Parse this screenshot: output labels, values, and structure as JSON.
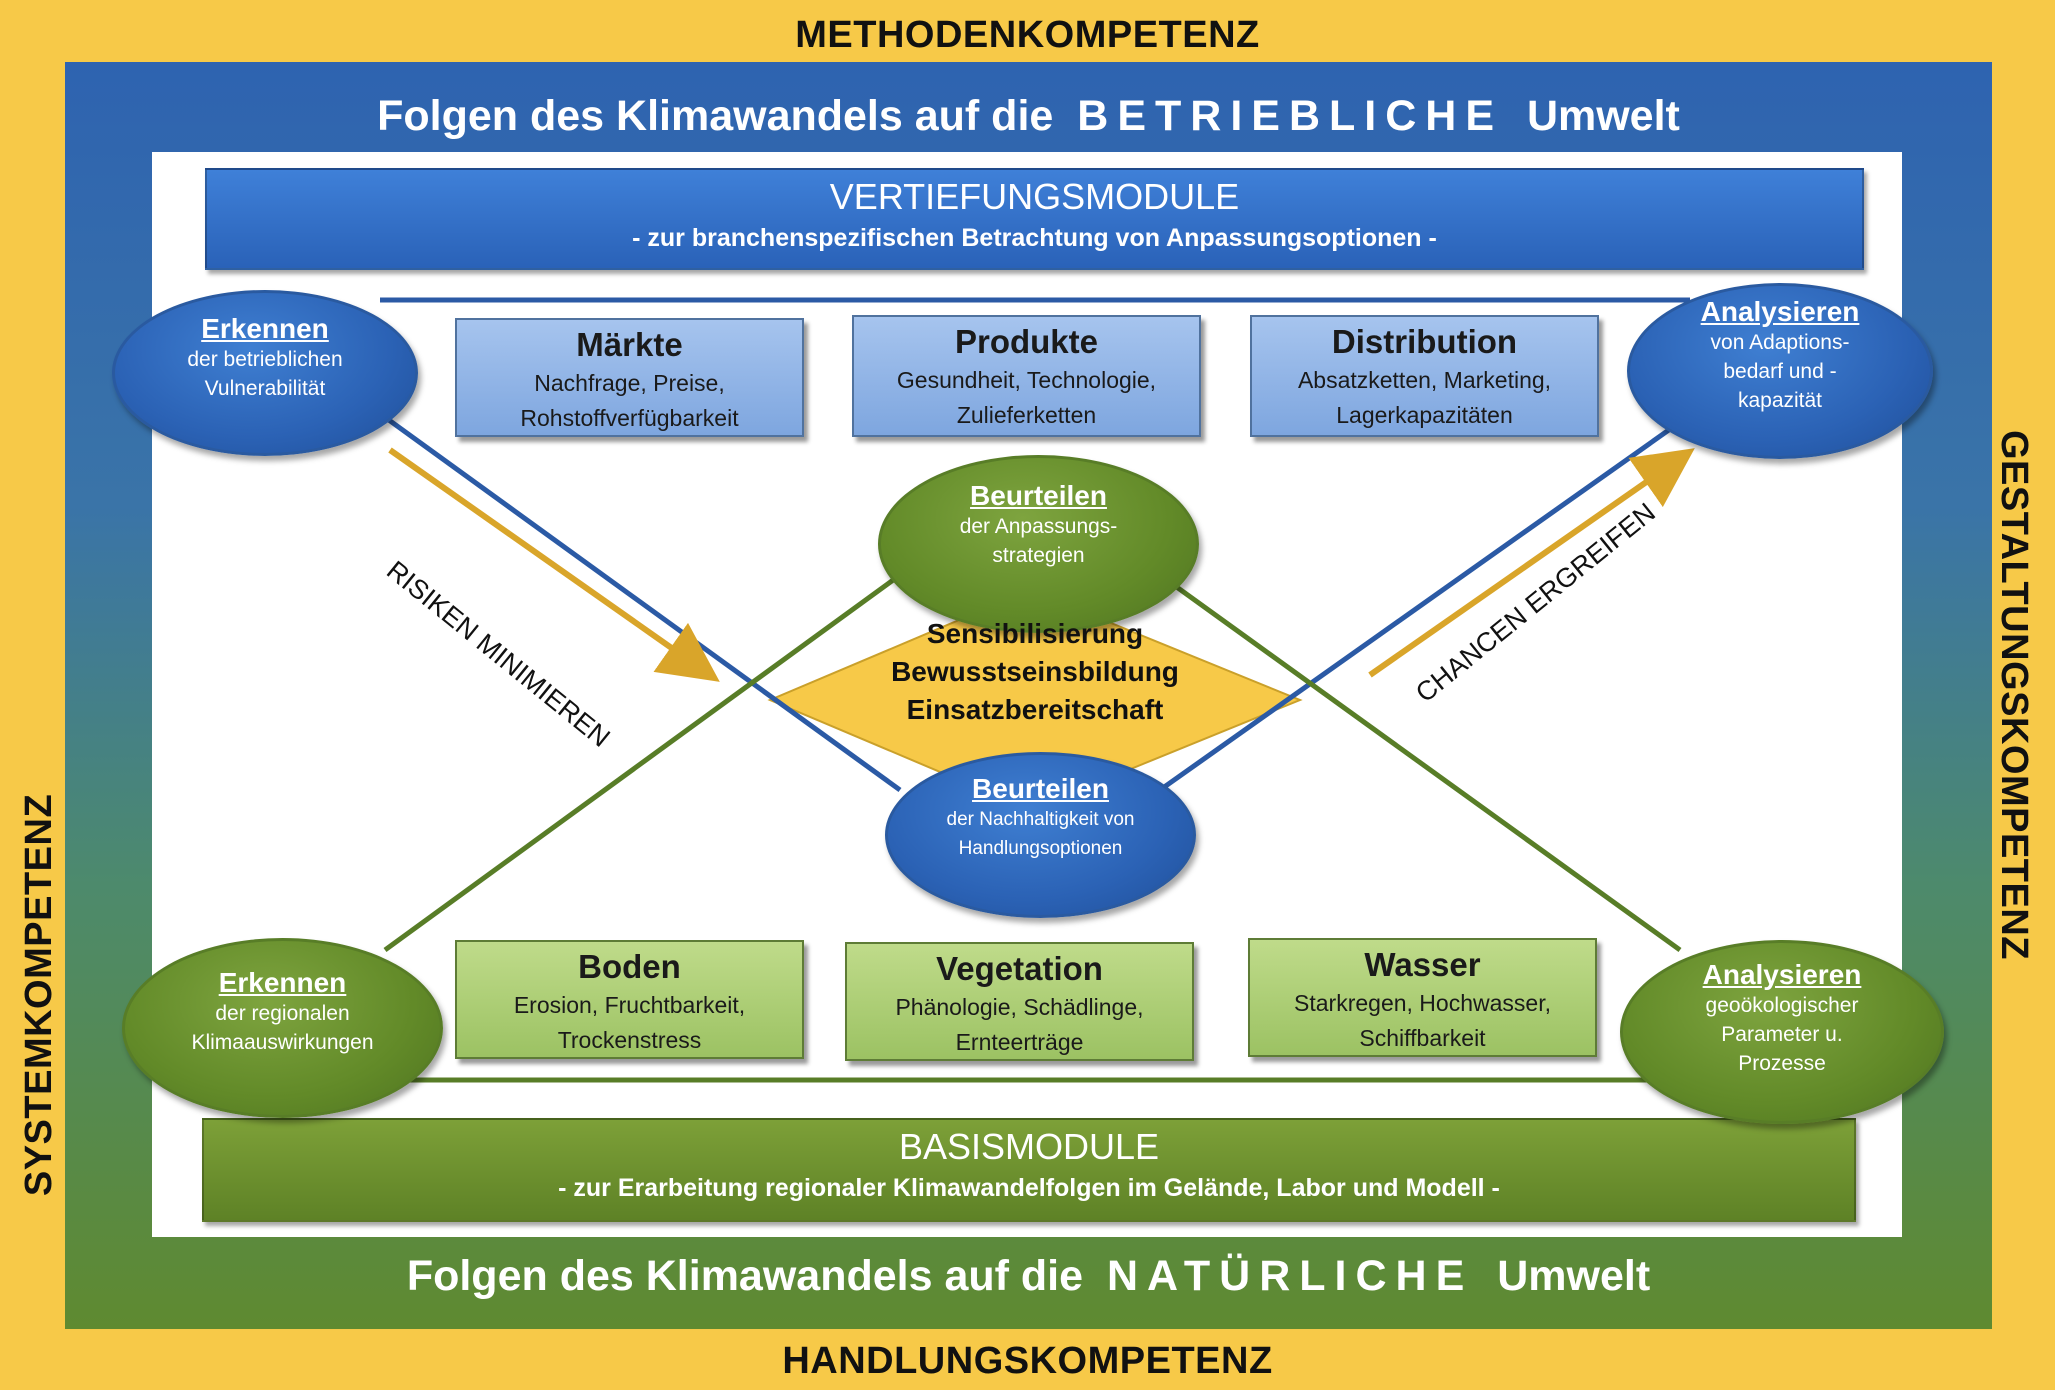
{
  "competences": {
    "top": "METHODENKOMPETENZ",
    "bottom": "HANDLUNGSKOMPETENZ",
    "left": "SYSTEMKOMPETENZ",
    "right": "GESTALTUNGSKOMPETENZ"
  },
  "frame": {
    "top_title_prefix": "Folgen des Klimawandels auf die",
    "top_title_keyword": "BETRIEBLICHE",
    "top_title_suffix": "Umwelt",
    "bottom_title_prefix": "Folgen des Klimawandels auf die",
    "bottom_title_keyword": "NATÜRLICHE",
    "bottom_title_suffix": "Umwelt"
  },
  "vertiefung": {
    "title": "VERTIEFUNGSMODULE",
    "subtitle": "- zur branchenspezifischen Betrachtung von Anpassungsoptionen -"
  },
  "basis": {
    "title": "BASISMODULE",
    "subtitle": "- zur Erarbeitung regionaler Klimawandelfolgen im Gelände, Labor und Modell -"
  },
  "top_boxes": [
    {
      "title": "Märkte",
      "line1": "Nachfrage, Preise,",
      "line2": "Rohstoffverfügbarkeit"
    },
    {
      "title": "Produkte",
      "line1": "Gesundheit, Technologie,",
      "line2": "Zulieferketten"
    },
    {
      "title": "Distribution",
      "line1": "Absatzketten, Marketing,",
      "line2": "Lagerkapazitäten"
    }
  ],
  "bottom_boxes": [
    {
      "title": "Boden",
      "line1": "Erosion, Fruchtbarkeit,",
      "line2": "Trockenstress"
    },
    {
      "title": "Vegetation",
      "line1": "Phänologie, Schädlinge,",
      "line2": "Ernteerträge"
    },
    {
      "title": "Wasser",
      "line1": "Starkregen, Hochwasser,",
      "line2": "Schiffbarkeit"
    }
  ],
  "ellipses": {
    "top_left": {
      "title": "Erkennen",
      "line1": "der betrieblichen",
      "line2": "Vulnerabilität"
    },
    "top_right": {
      "title": "Analysieren",
      "line1": "von Adaptions-",
      "line2": "bedarf und -",
      "line3": "kapazität"
    },
    "center_top": {
      "title": "Beurteilen",
      "line1": "der Anpassungs-",
      "line2": "strategien"
    },
    "center_bottom": {
      "title": "Beurteilen",
      "line1": "der Nachhaltigkeit von",
      "line2": "Handlungsoptionen"
    },
    "bottom_left": {
      "title": "Erkennen",
      "line1": "der regionalen",
      "line2": "Klimaauswirkungen"
    },
    "bottom_right": {
      "title": "Analysieren",
      "line1": "geoökologischer",
      "line2": "Parameter u.",
      "line3": "Prozesse"
    }
  },
  "center": {
    "line1": "Sensibilisierung",
    "line2": "Bewusstseinsbildung",
    "line3": "Einsatzbereitschaft"
  },
  "arrows": {
    "left_label": "RISIKEN MINIMIEREN",
    "right_label": "CHANCEN ERGREIFEN"
  },
  "colors": {
    "outer": "#f7c948",
    "blue": "#2b62b5",
    "green": "#628a28",
    "diamond": "#f7c948",
    "arrow": "#d9a52a"
  }
}
